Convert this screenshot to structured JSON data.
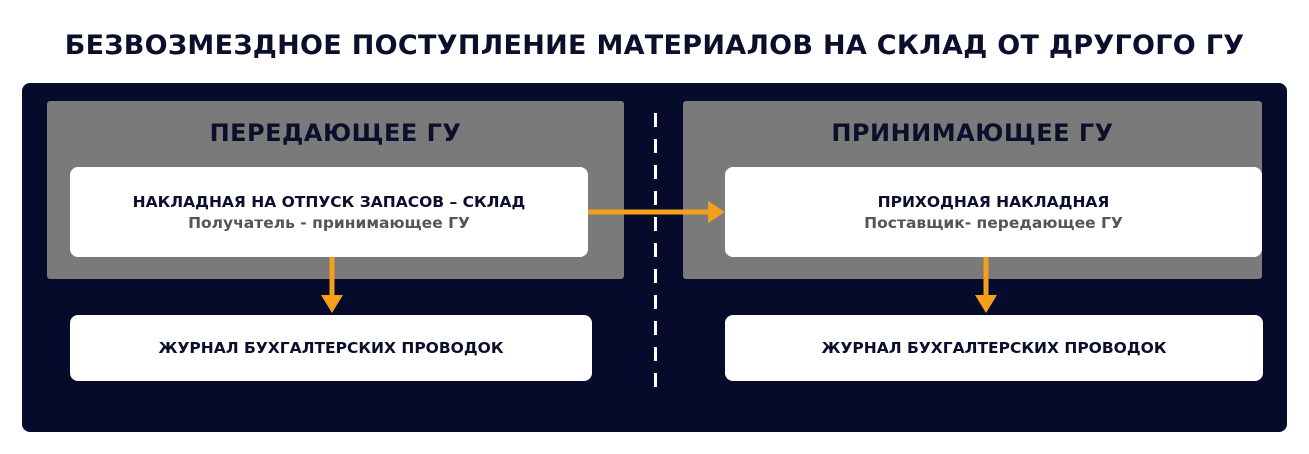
{
  "title": "БЕЗВОЗМЕЗДНОЕ ПОСТУПЛЕНИЕ МАТЕРИАЛОВ НА СКЛАД ОТ ДРУГОГО ГУ",
  "left": {
    "title": "ПЕРЕДАЮЩЕЕ ГУ",
    "document": {
      "main": "НАКЛАДНАЯ НА ОТПУСК ЗАПАСОВ – СКЛАД",
      "sub": "Получатель - принимающее ГУ"
    },
    "journal": "ЖУРНАЛ БУХГАЛТЕРСКИХ ПРОВОДОК"
  },
  "right": {
    "title": "ПРИНИМАЮЩЕЕ ГУ",
    "document": {
      "main": "ПРИХОДНАЯ НАКЛАДНАЯ",
      "sub": "Поставщик- передающее ГУ"
    },
    "journal": "ЖУРНАЛ БУХГАЛТЕРСКИХ ПРОВОДОК"
  },
  "colors": {
    "background": "#060a2b",
    "panel": "#7a7a7a",
    "arrow": "#f5a01a",
    "box": "#ffffff",
    "text": "#0b0f2c"
  }
}
